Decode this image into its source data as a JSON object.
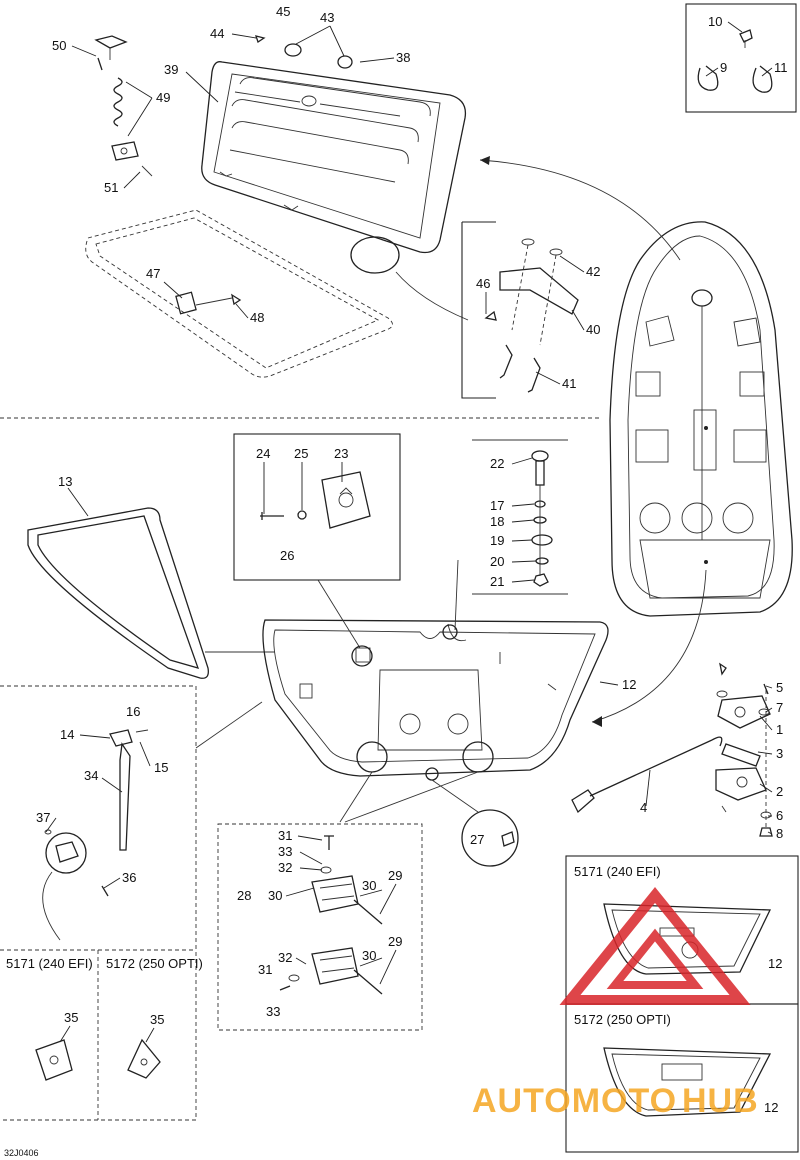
{
  "diagram_code": "32J0406",
  "part_numbers": [
    "1",
    "2",
    "3",
    "4",
    "5",
    "6",
    "7",
    "8",
    "9",
    "10",
    "11",
    "12",
    "13",
    "14",
    "15",
    "16",
    "17",
    "18",
    "19",
    "20",
    "21",
    "22",
    "23",
    "24",
    "25",
    "26",
    "27",
    "28",
    "29",
    "30",
    "31",
    "32",
    "33",
    "34",
    "35",
    "36",
    "37",
    "38",
    "39",
    "40",
    "41",
    "42",
    "43",
    "44",
    "45",
    "46",
    "47",
    "48",
    "49",
    "50",
    "51"
  ],
  "variants": {
    "efi": "5171 (240 EFI)",
    "opti": "5172 (250 OPTI)"
  },
  "watermark": {
    "brand_left": "AUTOMOTO",
    "brand_right": "HUB",
    "color_red": "#d9252a",
    "color_orange": "#f5a623"
  },
  "labels": {
    "l50": "50",
    "l49": "49",
    "l51": "51",
    "l44": "44",
    "l45": "45",
    "l43": "43",
    "l39": "39",
    "l38": "38",
    "l10": "10",
    "l9": "9",
    "l11": "11",
    "l47": "47",
    "l48": "48",
    "l42": "42",
    "l46": "46",
    "l40": "40",
    "l41": "41",
    "l13": "13",
    "l24": "24",
    "l25": "25",
    "l23": "23",
    "l26": "26",
    "l22": "22",
    "l17": "17",
    "l18": "18",
    "l19": "19",
    "l20": "20",
    "l21": "21",
    "l12": "12",
    "l16": "16",
    "l14": "14",
    "l15": "15",
    "l34": "34",
    "l37": "37",
    "l36": "36",
    "l27": "27",
    "l31": "31",
    "l33": "33",
    "l32": "32",
    "l28": "28",
    "l30": "30",
    "l29": "29",
    "l31b": "31",
    "l32b": "32",
    "l30b": "30",
    "l29b": "29",
    "l33b": "33",
    "l28b": "30",
    "l5": "5",
    "l7": "7",
    "l1": "1",
    "l3": "3",
    "l4": "4",
    "l2": "2",
    "l6": "6",
    "l8": "8",
    "l35a": "35",
    "l35b": "35",
    "l12b": "12",
    "l12c": "12"
  }
}
